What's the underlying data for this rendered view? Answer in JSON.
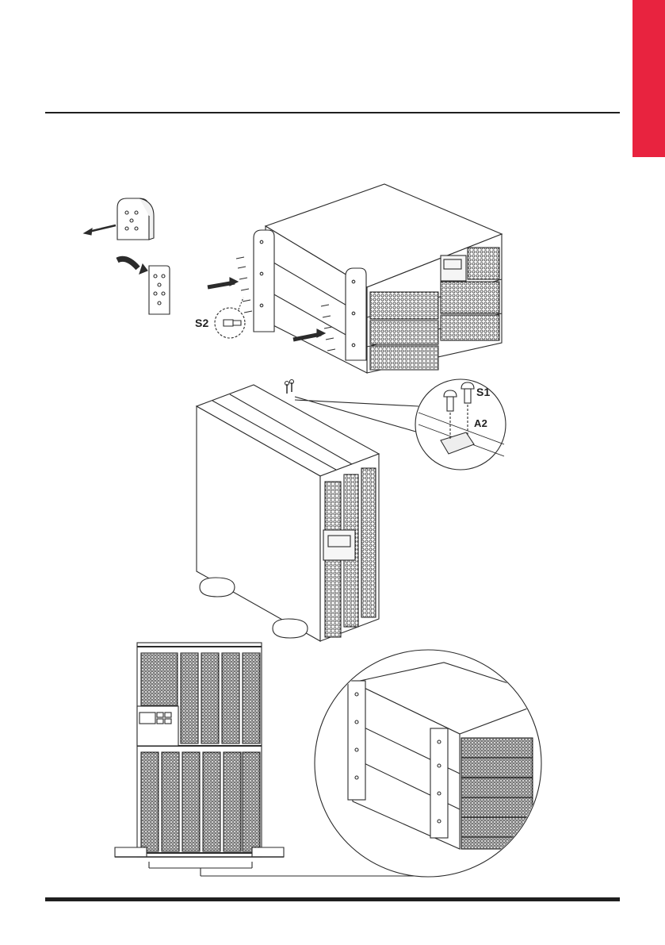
{
  "colors": {
    "accent_tab": "#e8233f",
    "rule": "#1f1f1f",
    "line_art": "#2b2b2b",
    "background": "#ffffff"
  },
  "labels": {
    "screw_s2": "S2",
    "screw_s1": "S1",
    "bracket_a2": "A2"
  },
  "figures": [
    {
      "name": "rack-ear-bracket-mounting"
    },
    {
      "name": "tower-foot-bracket-mounting"
    },
    {
      "name": "front-view-tower-with-battery-modules"
    },
    {
      "name": "zoomed-circle-rack-ears"
    }
  ]
}
